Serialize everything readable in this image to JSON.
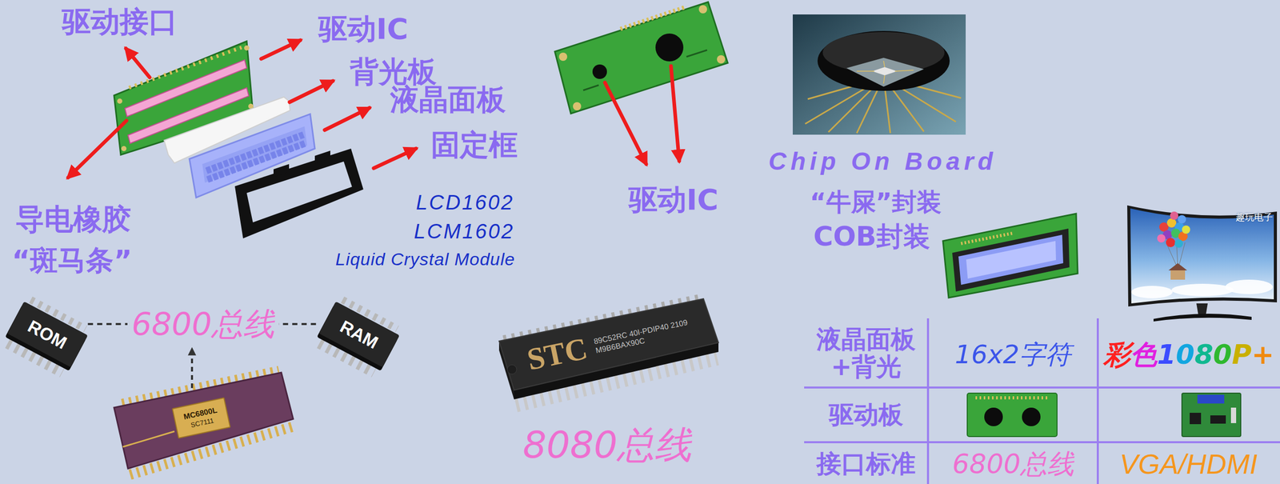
{
  "diagram": {
    "nodes": [
      {
        "text": [
          "ROM"
        ]
      },
      {
        "text": [
          "RAM"
        ]
      },
      {
        "text": [
          "MC6800L",
          "SC7111"
        ]
      },
      {
        "text": [
          "STC",
          "89C52RC 40I-PDIP40 2109M9B6BAX90C"
        ]
      }
    ],
    "edges": [
      {
        "from": 0,
        "to": 1,
        "arrow": "none",
        "label": "6800总线"
      }
    ],
    "labels": [
      "驱动接口",
      "驱动IC",
      "背光板",
      "液晶面板",
      "固定框",
      "导电橡胶",
      "“斑马条”",
      "LCD1602",
      "LCM1602",
      "Liquid Crystal Module",
      "驱动IC",
      "Chip On Board",
      "“牛屎”封装",
      "COB封装",
      "趣玩电子",
      "8080总线",
      "液晶面板 +背光",
      "16x2字符",
      "彩色1080P+",
      "驱动板",
      "接口标准",
      "6800总线",
      "VGA/HDMI"
    ]
  }
}
